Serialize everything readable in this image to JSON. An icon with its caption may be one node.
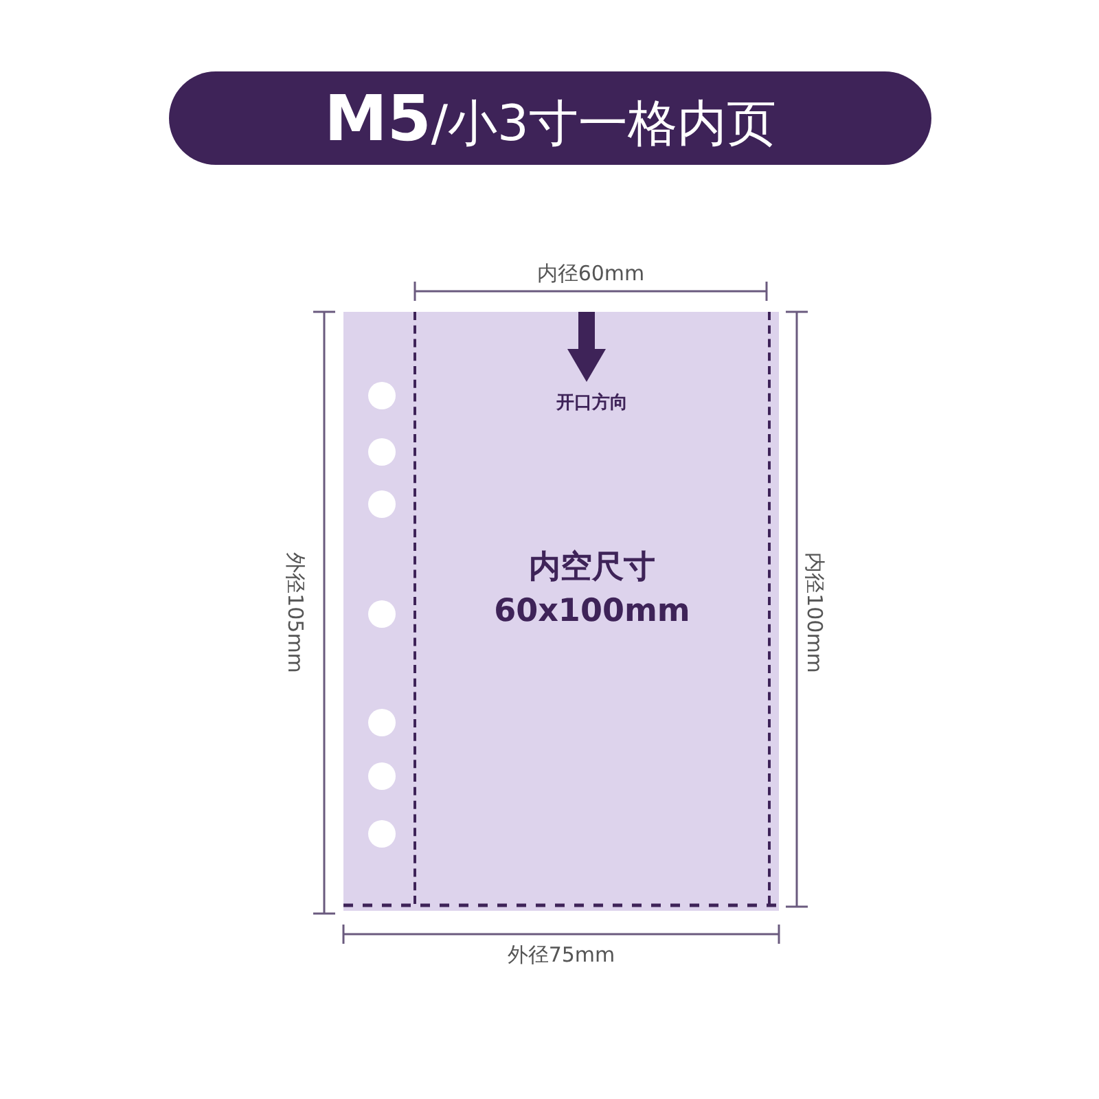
{
  "diagram": {
    "title": "**M5**/小3寸一格内页",
    "nodes": [
      {
        "text": [
          "开口方向",
          "内空尺寸 60x100mm"
        ]
      }
    ],
    "edges": [],
    "labels": [
      "内径60mm",
      "外径105mm",
      "内径100mm",
      "外径75mm"
    ]
  }
}
